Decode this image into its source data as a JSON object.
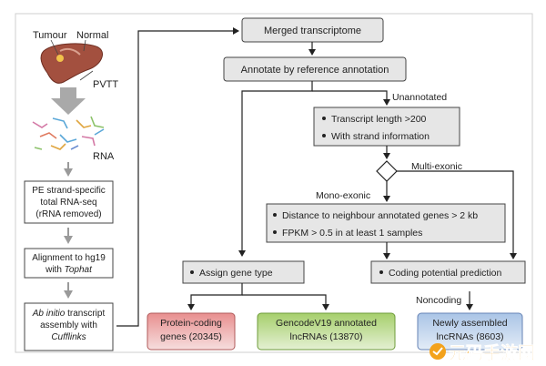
{
  "left_column": {
    "tumour_label": "Tumour",
    "normal_label": "Normal",
    "pvtt_label": "PVTT",
    "rna_label": "RNA",
    "step1": [
      "PE strand-specific",
      "total RNA-seq",
      "(rRNA removed)"
    ],
    "step2_line1": "Alignment to hg19",
    "step2_with": "with ",
    "step2_tool": "Tophat",
    "step3_prefix": "Ab initio",
    "step3_suffix": " transcript",
    "step3_line2": "assembly with",
    "step3_tool": "Cufflinks"
  },
  "flow": {
    "merged": "Merged transcriptome",
    "annotate": "Annotate by reference annotation",
    "unannotated": "Unannotated",
    "filter1": "Transcript length >200",
    "filter2": "With strand information",
    "multi_exonic": "Multi-exonic",
    "mono_exonic": "Mono-exonic",
    "mono1": "Distance to neighbour annotated genes > 2 kb",
    "mono2": "FPKM > 0.5 in at least 1 samples",
    "assign": "Assign gene type",
    "coding": "Coding potential prediction",
    "noncoding": "Noncoding",
    "out1_title": "Protein-coding",
    "out1_sub": "genes (20345)",
    "out2_title": "GencodeV19 annotated",
    "out2_sub": "lncRNAs (13870)",
    "out3_title": "Newly assembled",
    "out3_sub": "lncRNAs (8603)"
  },
  "watermark": "元码手游网",
  "colors": {
    "box_fill": "#e6e6e6",
    "out_protein": "#e88f8f",
    "out_gencode": "#a6cf6c",
    "out_new": "#aac4e6",
    "arrow_gray": "#9a9a9a"
  }
}
